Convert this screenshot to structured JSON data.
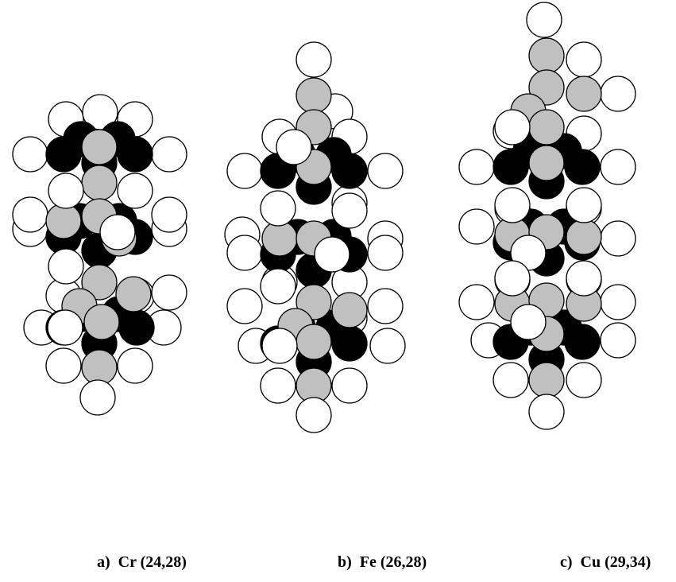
{
  "captions": [
    {
      "letter": "a)",
      "text": "Cr (24,28)"
    },
    {
      "letter": "b)",
      "text": "Fe (26,28)"
    },
    {
      "letter": "c)",
      "text": "Cu (29,34)"
    }
  ],
  "legend_colors": {
    "black_atom": "#000000",
    "gray_atom": "#c0c0c0",
    "white_atom": "#ffffff",
    "outline": "#000000"
  }
}
